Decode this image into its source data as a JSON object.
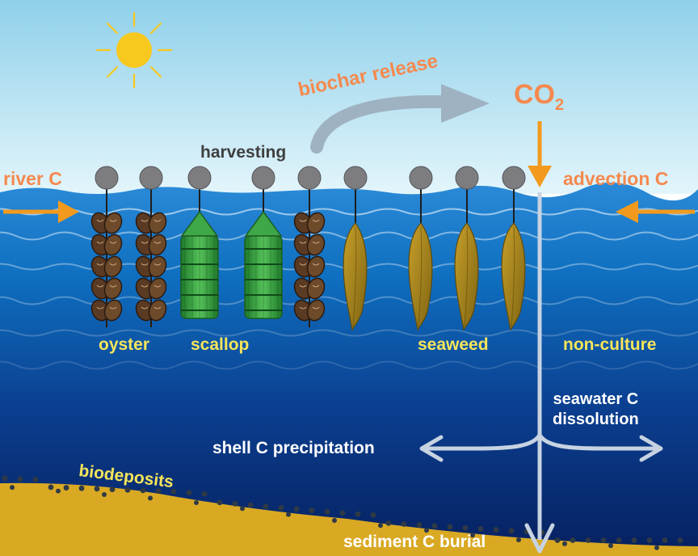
{
  "colors": {
    "sky_top": "#8fd0ea",
    "sky_bottom": "#dff3fa",
    "sea_top": "#0f6fc0",
    "sea_bottom": "#06246a",
    "sediment": "#d9a923",
    "sun": "#f7c81e",
    "orange": "#f39a1e",
    "label_orange": "#f5894f",
    "yellow_label": "#f6e55a",
    "white_label": "#ffffff",
    "dark_label": "#3f3f3f",
    "arrow_gray": "#9fb2c2",
    "buoy": "#7d7d80"
  },
  "labels": {
    "biochar_release": "biochar release",
    "co2_main": "CO",
    "co2_sub": "2",
    "harvesting": "harvesting",
    "river_c": "river C",
    "advection_c": "advection C",
    "oyster": "oyster",
    "scallop": "scallop",
    "seaweed": "seaweed",
    "non_culture": "non-culture",
    "seawater_c_line1": "seawater C",
    "seawater_c_line2": "dissolution",
    "shell_c_precipitation": "shell C precipitation",
    "biodeposits": "biodeposits",
    "sediment_c_burial": "sediment C burial"
  },
  "culture_lines": [
    "oyster",
    "oyster",
    "scallop",
    "scallop",
    "oyster",
    "seaweed",
    "seaweed",
    "seaweed",
    "seaweed"
  ],
  "icons": [
    "sun-icon",
    "buoy-icon",
    "oyster-string-icon",
    "scallop-lantern-net-icon",
    "seaweed-blade-icon",
    "biodeposit-dot-icon"
  ]
}
